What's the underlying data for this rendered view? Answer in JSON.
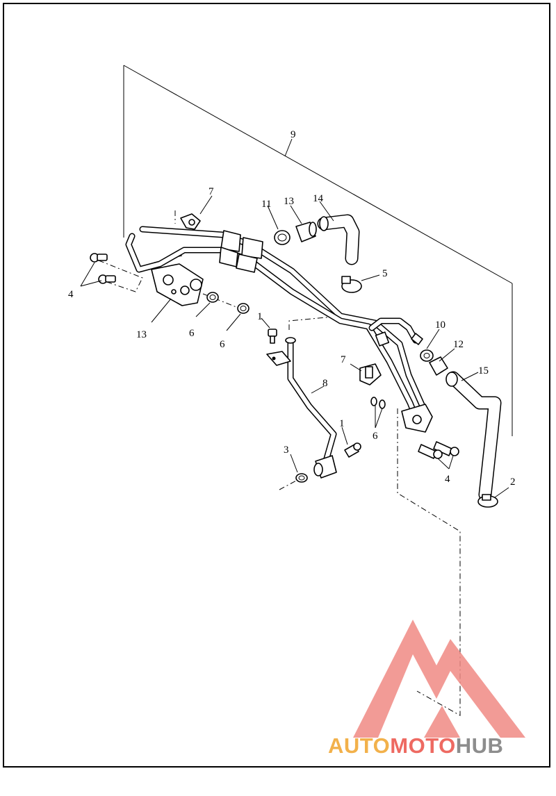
{
  "diagram": {
    "callouts": [
      {
        "id": "c9",
        "text": "9"
      },
      {
        "id": "c7a",
        "text": "7"
      },
      {
        "id": "c11",
        "text": "11"
      },
      {
        "id": "c13a",
        "text": "13"
      },
      {
        "id": "c14",
        "text": "14"
      },
      {
        "id": "c5",
        "text": "5"
      },
      {
        "id": "c4a",
        "text": "4"
      },
      {
        "id": "c13b",
        "text": "13"
      },
      {
        "id": "c6a",
        "text": "6"
      },
      {
        "id": "c6b",
        "text": "6"
      },
      {
        "id": "c1a",
        "text": "1"
      },
      {
        "id": "c10",
        "text": "10"
      },
      {
        "id": "c12",
        "text": "12"
      },
      {
        "id": "c15",
        "text": "15"
      },
      {
        "id": "c7b",
        "text": "7"
      },
      {
        "id": "c8",
        "text": "8"
      },
      {
        "id": "c6c",
        "text": "6"
      },
      {
        "id": "c1b",
        "text": "1"
      },
      {
        "id": "c3",
        "text": "3"
      },
      {
        "id": "c4b",
        "text": "4"
      },
      {
        "id": "c2",
        "text": "2"
      }
    ]
  },
  "watermark": {
    "part1": "AUTO",
    "part2": "MOTO",
    "part3": "HUB",
    "colors": {
      "auto": "#f2b14b",
      "moto": "#ee6a62",
      "hub": "#8d8d8d",
      "logo": "#f08a84"
    }
  }
}
